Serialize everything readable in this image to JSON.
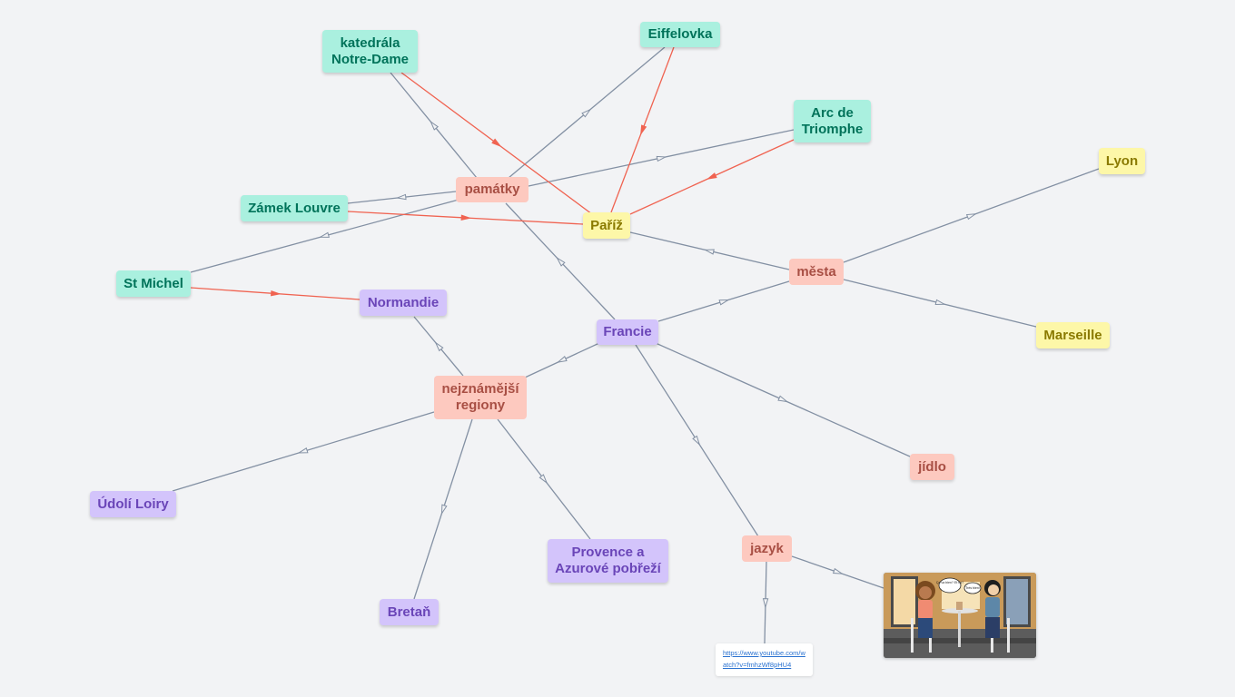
{
  "colors": {
    "background": "#f2f3f5",
    "edge": "#8390a3",
    "edge_highlight": "#f06351",
    "teal_fill": "#aaf0df",
    "teal_text": "#00735a",
    "salmon_fill": "#fdc9bf",
    "salmon_text": "#a84f44",
    "yellow_fill": "#fdf7a8",
    "yellow_text": "#8a7a00",
    "purple_fill": "#d3c4fb",
    "purple_text": "#6a45b8"
  },
  "nodes": {
    "francie": "Francie",
    "pamatky": "památky",
    "mesta": "města",
    "regiony": "nejznámější\nregiony",
    "jidlo": "jídlo",
    "jazyk": "jazyk",
    "notre_dame": "katedrála\nNotre-Dame",
    "eiffelovka": "Eiffelovka",
    "arc": "Arc de\nTriomphe",
    "louvre": "Zámek Louvre",
    "st_michel": "St Michel",
    "pariz": "Paříž",
    "lyon": "Lyon",
    "marseille": "Marseille",
    "normandie": "Normandie",
    "loira": "Údolí Loiry",
    "bretan": "Bretaň",
    "provence": "Provence a\nAzurové pobřeží"
  },
  "link": {
    "url": "https://www.youtube.com/watch?v=fmhzWf8pHU4"
  },
  "comic": {
    "bubble_left": "Ça va bien? Et toi?",
    "bubble_right": "Très bien!"
  }
}
